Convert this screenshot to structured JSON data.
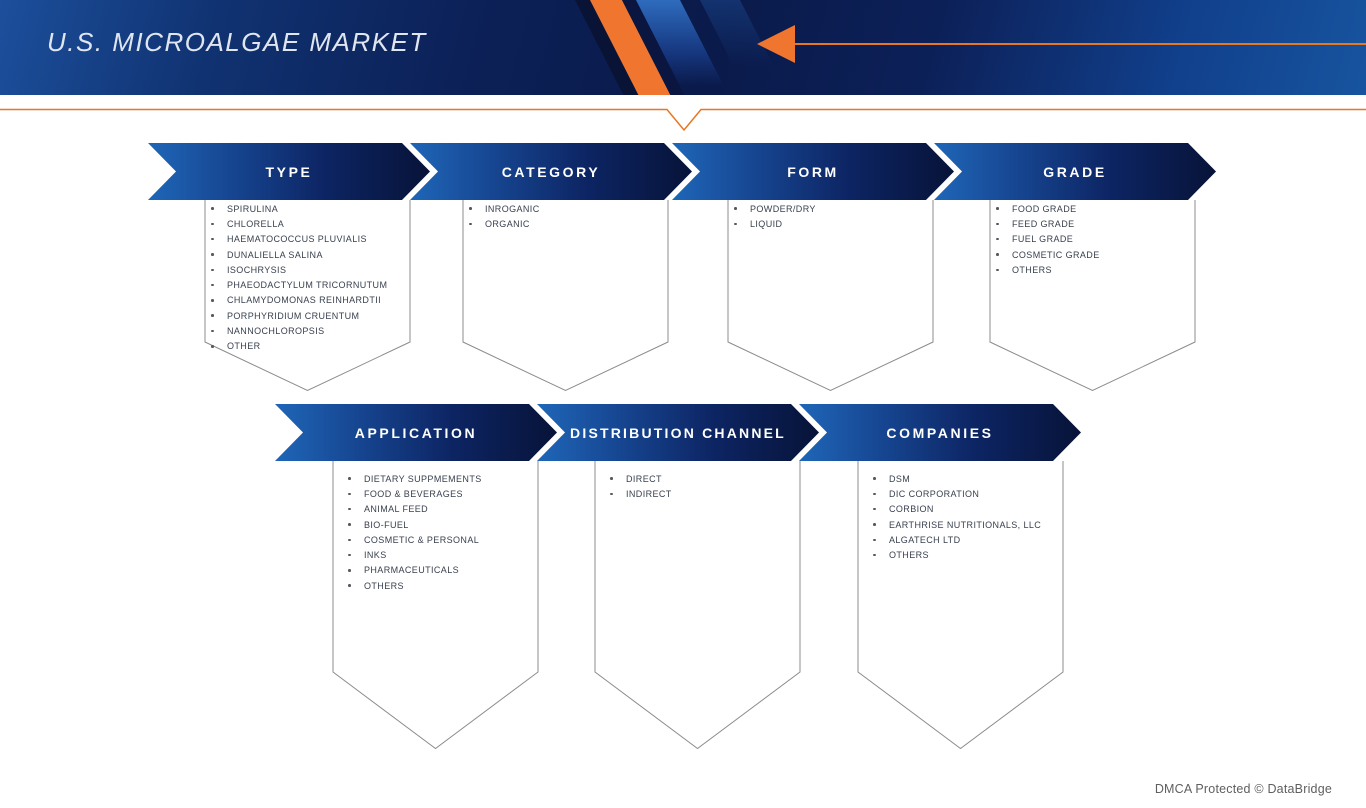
{
  "title": "U.S. MICROALGAE MARKET",
  "footer": "DMCA Protected © DataBridge",
  "colors": {
    "accent_orange": "#F0752E",
    "rule_orange": "#E87722",
    "header_navy_dark": "#0A1A4A",
    "header_blue_light": "#1C4F9C",
    "arrow_blue_start": "#1F66B8",
    "arrow_navy_end": "#071338",
    "list_text": "#39404E",
    "outline_gray": "#8C8C8C"
  },
  "segments_row1": [
    {
      "label": "TYPE",
      "items": [
        "SPIRULINA",
        "CHLORELLA",
        "HAEMATOCOCCUS PLUVIALIS",
        "DUNALIELLA SALINA",
        "ISOCHRYSIS",
        "PHAEODACTYLUM TRICORNUTUM",
        "CHLAMYDOMONAS REINHARDTII",
        "PORPHYRIDIUM CRUENTUM",
        "NANNOCHLOROPSIS",
        "OTHER"
      ]
    },
    {
      "label": "CATEGORY",
      "items": [
        "INROGANIC",
        "ORGANIC"
      ]
    },
    {
      "label": "FORM",
      "items": [
        "POWDER/DRY",
        "LIQUID"
      ]
    },
    {
      "label": "GRADE",
      "items": [
        "FOOD GRADE",
        "FEED GRADE",
        "FUEL GRADE",
        "COSMETIC GRADE",
        "OTHERS"
      ]
    }
  ],
  "segments_row2": [
    {
      "label": "APPLICATION",
      "items": [
        "DIETARY SUPPMEMENTS",
        "FOOD & BEVERAGES",
        "ANIMAL FEED",
        "BIO-FUEL",
        "COSMETIC & PERSONAL",
        "INKS",
        "PHARMACEUTICALS",
        "OTHERS"
      ]
    },
    {
      "label": "DISTRIBUTION CHANNEL",
      "items": [
        "DIRECT",
        "INDIRECT"
      ]
    },
    {
      "label": "COMPANIES",
      "items": [
        "DSM",
        "DIC CORPORATION",
        "CORBION",
        "EARTHRISE NUTRITIONALS, LLC",
        "ALGATECH LTD",
        "OTHERS"
      ]
    }
  ]
}
